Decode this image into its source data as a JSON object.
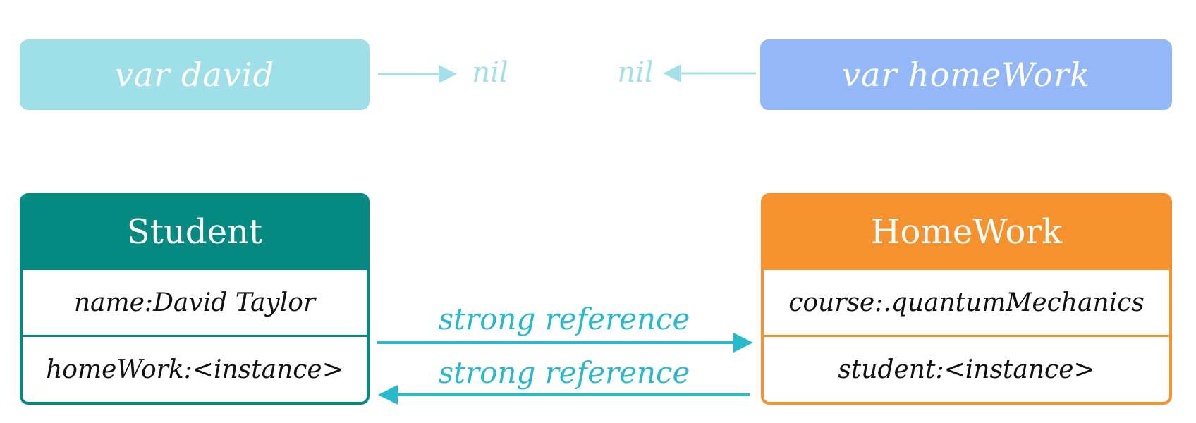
{
  "variables": {
    "david": "var david",
    "homework": "var homeWork",
    "nil_left": "nil",
    "nil_right": "nil"
  },
  "student": {
    "title": "Student",
    "fields": [
      "name:David Taylor",
      "homeWork:<instance>"
    ]
  },
  "homework": {
    "title": "HomeWork",
    "fields": [
      "course:.quantumMechanics",
      "student:<instance>"
    ]
  },
  "references": {
    "forward": "strong reference",
    "backward": "strong reference"
  },
  "colors": {
    "var_david_bg": "#9fe0e8",
    "var_homework_bg": "#94b8f7",
    "student": "#058a82",
    "homework": "#f6922e",
    "arrow_strong": "#29b9cc",
    "arrow_nil": "#a4e0e8"
  }
}
